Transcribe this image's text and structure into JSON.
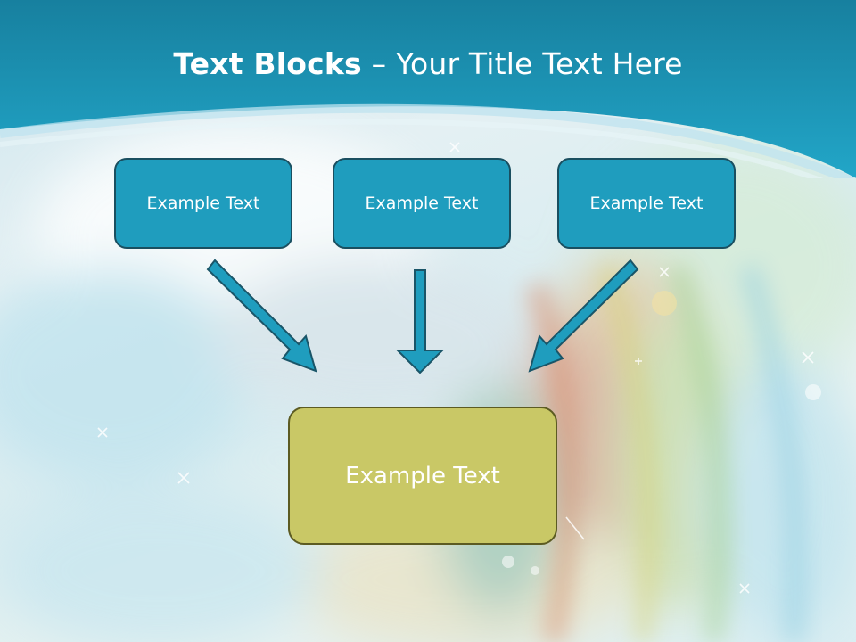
{
  "slide": {
    "title_bold": "Text Blocks",
    "title_rest": "– Your Title Text Here",
    "top_boxes": [
      {
        "label": "Example Text"
      },
      {
        "label": "Example Text"
      },
      {
        "label": "Example Text"
      }
    ],
    "bottom_box": {
      "label": "Example Text"
    }
  },
  "colors": {
    "header": "#1f9dbe",
    "box_fill": "#1f9dbe",
    "box_border": "#1a4f60",
    "bottom_fill": "#c9c866",
    "bottom_border": "#5c5b22",
    "arrow_fill": "#1f9dbe",
    "arrow_stroke": "#1a5568"
  }
}
